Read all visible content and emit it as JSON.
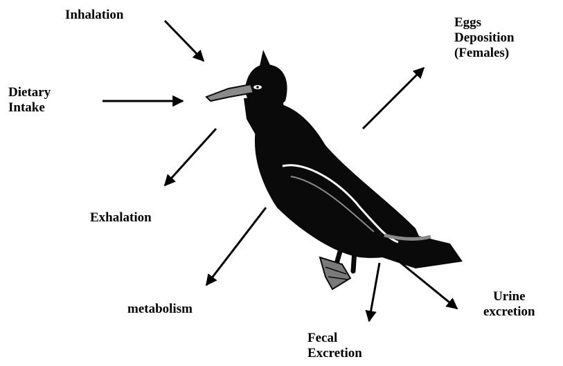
{
  "colors": {
    "ink": "#000000",
    "bird_body": "#0a0a0a",
    "bird_detail": "#ffffff",
    "bird_gray": "#8a8a8a"
  },
  "labels": {
    "inhalation": "Inhalation",
    "dietary_intake": [
      "Dietary",
      "Intake"
    ],
    "exhalation": "Exhalation",
    "metabolism": "metabolism",
    "eggs_deposition": [
      "Eggs",
      "Deposition",
      "(Females)"
    ],
    "fecal_excretion": [
      "Fecal",
      "Excretion"
    ],
    "urine_excretion": [
      "Urine",
      "excretion"
    ]
  },
  "icons": {
    "center_image": "cormorant-bird-icon"
  }
}
